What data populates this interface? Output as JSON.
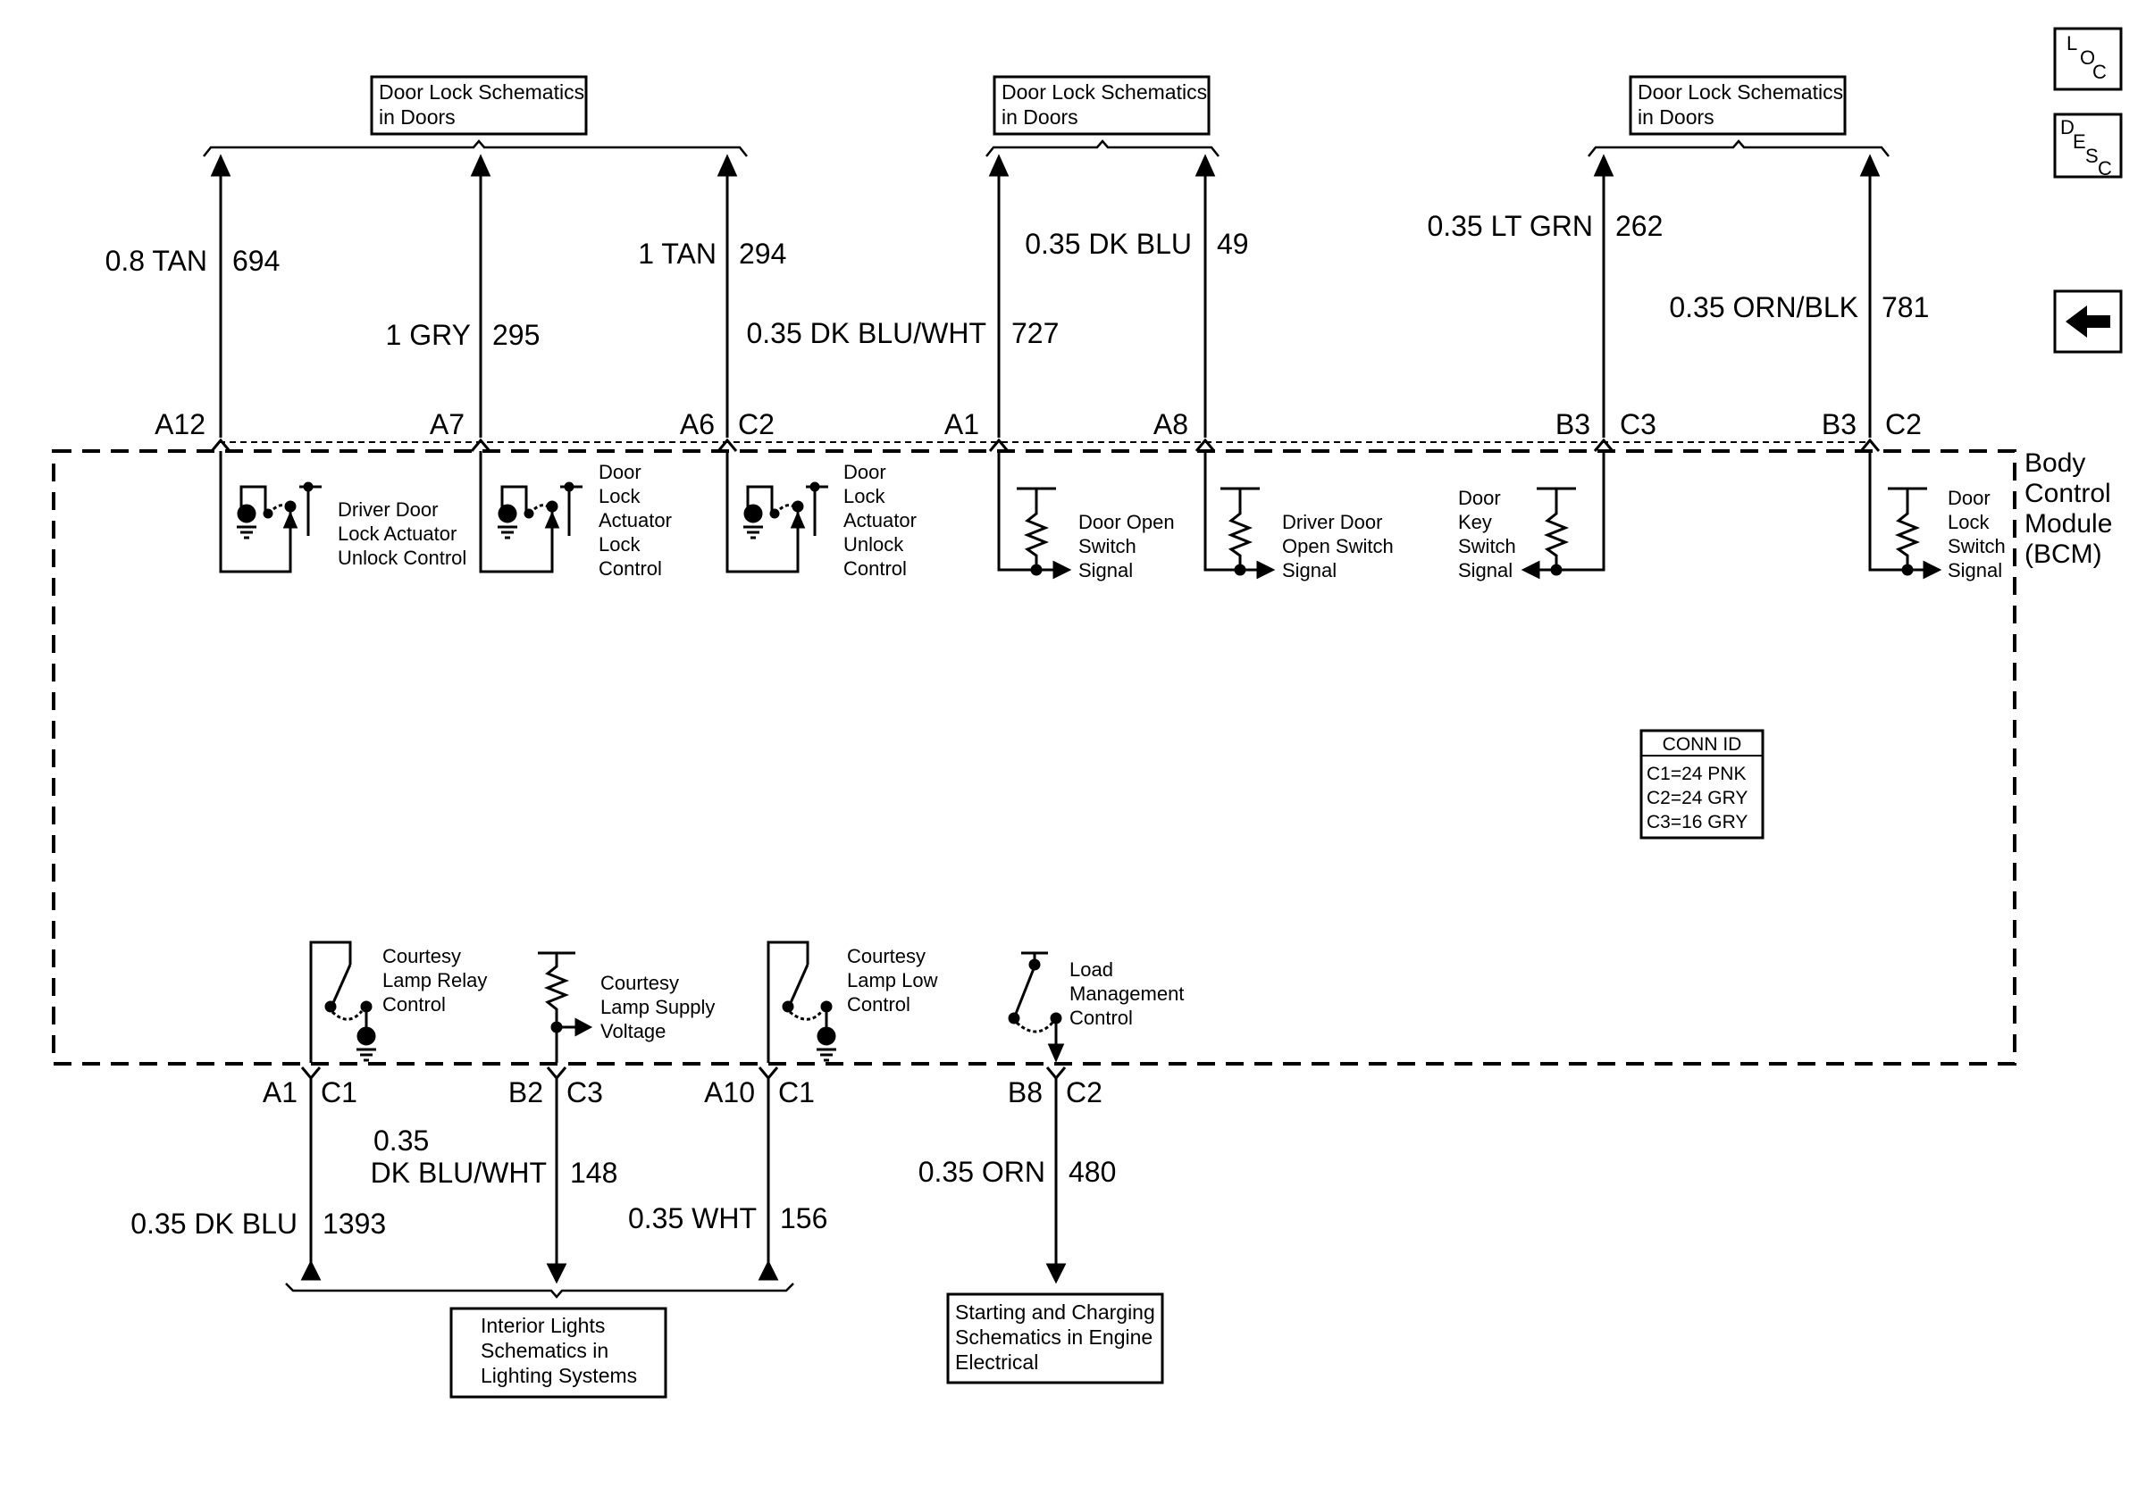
{
  "ref_boxes": {
    "door_lock_left": [
      "Door Lock Schematics",
      "in Doors"
    ],
    "door_lock_mid": [
      "Door Lock Schematics",
      "in Doors"
    ],
    "door_lock_right": [
      "Door Lock Schematics",
      "in Doors"
    ],
    "interior_lights": [
      "Interior Lights",
      "Schematics in",
      "Lighting Systems"
    ],
    "starting_charging": [
      "Starting and Charging",
      "Schematics in Engine",
      "Electrical"
    ]
  },
  "top_wires": [
    {
      "size_color": "0.8 TAN",
      "circuit": "694",
      "pin": "A12",
      "conn": ""
    },
    {
      "size_color": "1 GRY",
      "circuit": "295",
      "pin": "A7",
      "conn": ""
    },
    {
      "size_color": "1 TAN",
      "circuit": "294",
      "pin": "A6",
      "conn": "C2"
    },
    {
      "size_color": "0.35 DK BLU/WHT",
      "circuit": "727",
      "pin": "A1",
      "conn": ""
    },
    {
      "size_color": "0.35 DK BLU",
      "circuit": "49",
      "pin": "A8",
      "conn": ""
    },
    {
      "size_color": "0.35 LT GRN",
      "circuit": "262",
      "pin": "B3",
      "conn": "C3"
    },
    {
      "size_color": "0.35 ORN/BLK",
      "circuit": "781",
      "pin": "B3",
      "conn": "C2"
    }
  ],
  "top_components": [
    [
      "Driver Door",
      "Lock Actuator",
      "Unlock Control"
    ],
    [
      "Door",
      "Lock",
      "Actuator",
      "Lock",
      "Control"
    ],
    [
      "Door",
      "Lock",
      "Actuator",
      "Unlock",
      "Control"
    ],
    [
      "Door Open",
      "Switch",
      "Signal"
    ],
    [
      "Driver Door",
      "Open Switch",
      "Signal"
    ],
    [
      "Door",
      "Key",
      "Switch",
      "Signal"
    ],
    [
      "Door",
      "Lock",
      "Switch",
      "Signal"
    ]
  ],
  "module_label": [
    "Body",
    "Control",
    "Module",
    "(BCM)"
  ],
  "conn_id": {
    "title": "CONN ID",
    "rows": [
      "C1=24 PNK",
      "C2=24 GRY",
      "C3=16 GRY"
    ]
  },
  "bottom_components": [
    [
      "Courtesy",
      "Lamp Relay",
      "Control"
    ],
    [
      "Courtesy",
      "Lamp Supply",
      "Voltage"
    ],
    [
      "Courtesy",
      "Lamp Low",
      "Control"
    ],
    [
      "Load",
      "Management",
      "Control"
    ]
  ],
  "bottom_wires": [
    {
      "pin": "A1",
      "conn": "C1",
      "size_color": "0.35 DK BLU",
      "circuit": "1393"
    },
    {
      "pin": "B2",
      "conn": "C3",
      "size_color_line1": "0.35",
      "size_color": "DK BLU/WHT",
      "circuit": "148"
    },
    {
      "pin": "A10",
      "conn": "C1",
      "size_color": "0.35 WHT",
      "circuit": "156"
    },
    {
      "pin": "B8",
      "conn": "C2",
      "size_color": "0.35 ORN",
      "circuit": "480"
    }
  ],
  "nav_buttons": {
    "loc": [
      "L",
      "O",
      "C"
    ],
    "desc": [
      "D",
      "E",
      "S",
      "C"
    ],
    "back_icon": "left-arrow-icon"
  }
}
